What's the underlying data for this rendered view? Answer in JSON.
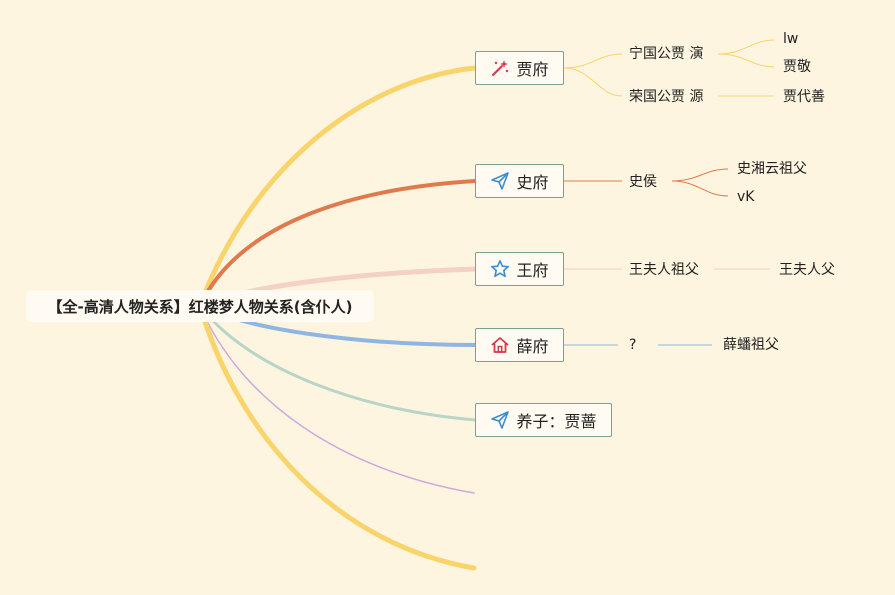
{
  "root": {
    "label": "【全-高清人物关系】红楼梦人物关系(含仆人)"
  },
  "colors": {
    "background": "#fef5e0",
    "yellow": "#f8d46b",
    "orange": "#e07a4c",
    "pink": "#f5d0c5",
    "blue": "#8fb6e3",
    "teal": "#b8d5c8",
    "purple": "#cfa9de",
    "node_border": "#7aa389",
    "icon_red": "#d8384a",
    "icon_blue": "#3a8fd4"
  },
  "branches": [
    {
      "label": "贾府",
      "icon": "magic-wand-icon",
      "children": [
        {
          "label": "宁国公贾 演",
          "children": [
            {
              "label": "lw"
            },
            {
              "label": "贾敬"
            }
          ]
        },
        {
          "label": "荣国公贾 源",
          "children": [
            {
              "label": "贾代善"
            }
          ]
        }
      ]
    },
    {
      "label": "史府",
      "icon": "paper-plane-icon",
      "children": [
        {
          "label": "史侯",
          "children": [
            {
              "label": "史湘云祖父"
            },
            {
              "label": "vK"
            }
          ]
        }
      ]
    },
    {
      "label": "王府",
      "icon": "star-icon",
      "children": [
        {
          "label": "王夫人祖父",
          "children": [
            {
              "label": "王夫人父"
            }
          ]
        }
      ]
    },
    {
      "label": "薛府",
      "icon": "house-icon",
      "children": [
        {
          "label": "?",
          "children": [
            {
              "label": "薛蟠祖父"
            }
          ]
        }
      ]
    },
    {
      "label": "养子：贾蔷",
      "icon": "paper-plane-icon",
      "children": []
    }
  ]
}
